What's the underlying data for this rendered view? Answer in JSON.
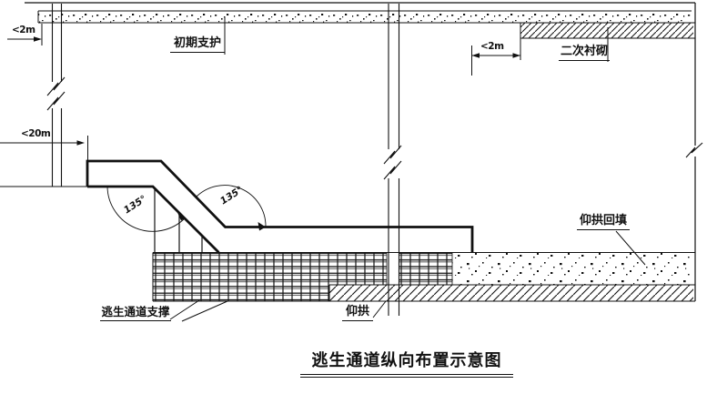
{
  "drawing": {
    "title": "逃生通道纵向布置示意图",
    "labels": {
      "initial_support": "初期支护",
      "secondary_lining": "二次衬砌",
      "escape_channel_support": "逃生通道支撑",
      "invert": "仰拱",
      "invert_backfill": "仰拱回填"
    },
    "dimensions": {
      "left_gap": "<2m",
      "right_gap": "<2m",
      "escape_distance": "<20m",
      "bend_angle_left": "135°",
      "bend_angle_right": "135°"
    },
    "colors": {
      "ink": "#111111",
      "background": "#ffffff"
    }
  }
}
